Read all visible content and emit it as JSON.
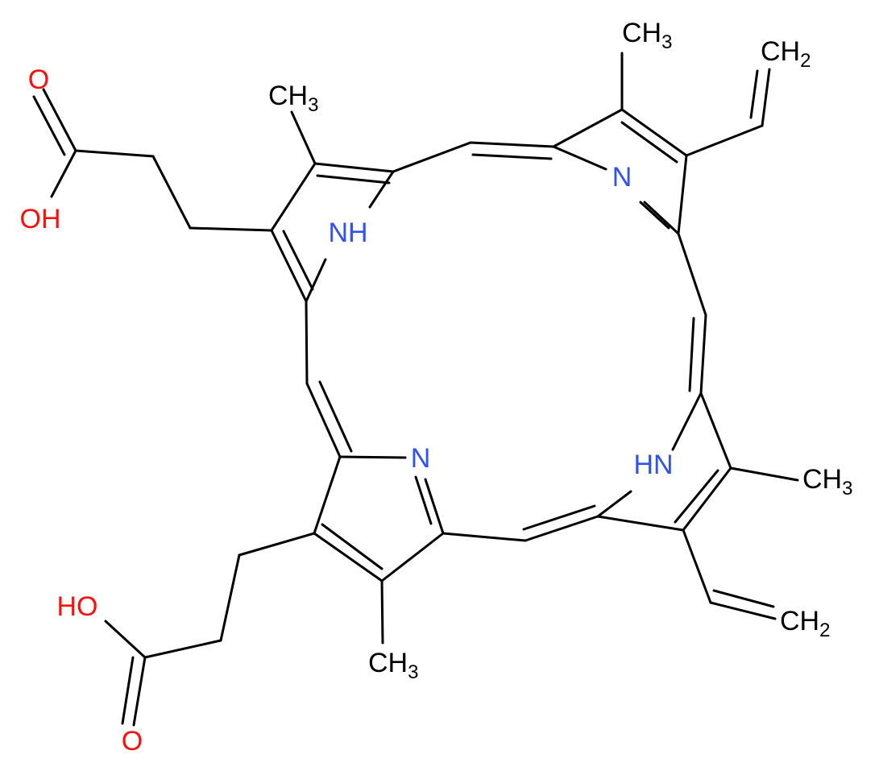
{
  "colors": {
    "bond": "#000000",
    "carbon_label": "#000000",
    "nitrogen": "#3050F8",
    "oxygen": "#FF0D0D"
  },
  "labels": {
    "n_top": "N",
    "n_bottom": "N",
    "nh_left": "NH",
    "hn_right": "HN",
    "oh_top": "OH",
    "o_top": "O",
    "ho_bottom": "HO",
    "o_bottom": "O",
    "ch3_top_left": {
      "main": "CH",
      "sub": "3"
    },
    "ch3_top_right": {
      "main": "CH",
      "sub": "3"
    },
    "ch3_right": {
      "main": "CH",
      "sub": "3"
    },
    "ch3_bottom": {
      "main": "CH",
      "sub": "3"
    },
    "ch2_top": {
      "main": "CH",
      "sub": "2"
    },
    "ch2_bottom": {
      "main": "CH",
      "sub": "2"
    }
  }
}
